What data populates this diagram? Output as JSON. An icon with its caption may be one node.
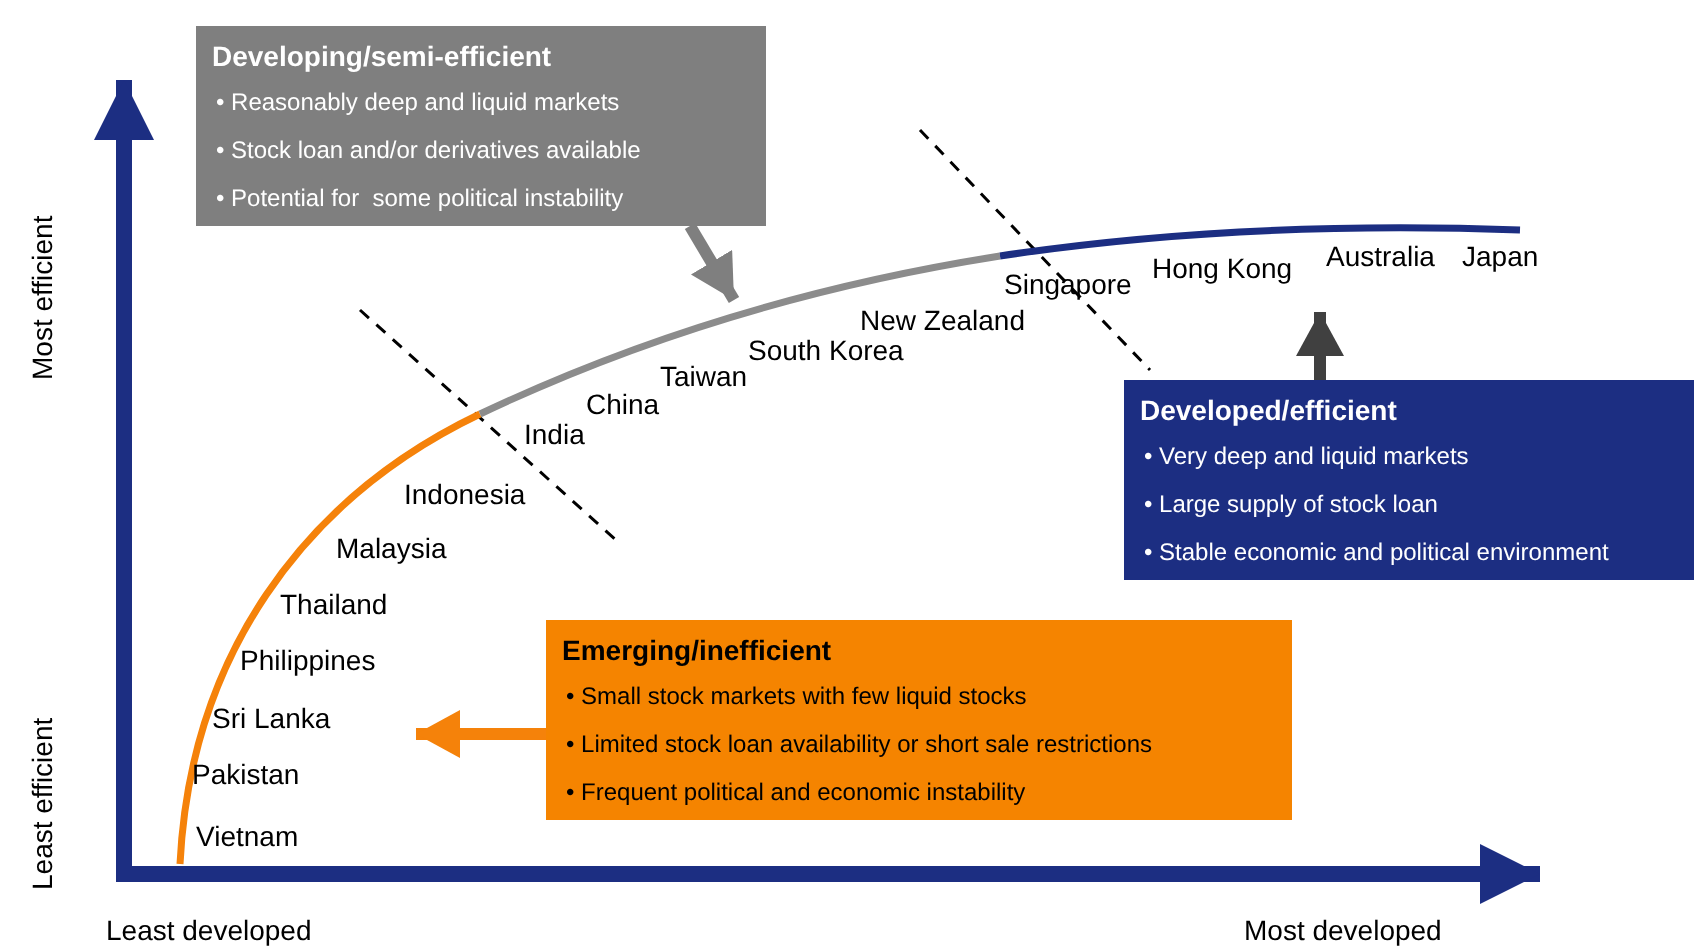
{
  "diagram": {
    "nodes": [
      {
        "text": [
          "Developing/semi-efficient",
          "• Reasonably deep and liquid markets",
          "• Stock loan and/or derivatives available",
          "• Potential for  some political instability"
        ]
      },
      {
        "text": [
          "Developed/efficient",
          "• Very deep and liquid markets",
          "• Large supply of stock loan",
          "• Stable economic and political environment"
        ]
      },
      {
        "text": [
          "Emerging/inefficient",
          "• Small stock markets with few liquid stocks",
          "• Limited stock loan availability or short sale restrictions",
          "• Frequent political and economic instability"
        ]
      }
    ],
    "edges": [
      {
        "from": 0,
        "to": null,
        "arrow": "to",
        "color": "#7f7f7f"
      },
      {
        "from": 1,
        "to": null,
        "arrow": "to",
        "color": "#404040"
      },
      {
        "from": 2,
        "to": null,
        "arrow": "to",
        "color": "#f5820a"
      }
    ],
    "labels": [
      "Most efficient",
      "Singapore",
      "Hong Kong",
      "Australia",
      "Japan",
      "New Zealand",
      "South Korea",
      "Taiwan",
      "China",
      "India",
      "Indonesia",
      "Malaysia",
      "Thailand",
      "Philippines",
      "Sri Lanka",
      "Pakistan",
      "Vietnam",
      "Least efficient",
      "Least developed",
      "Most developed"
    ]
  }
}
